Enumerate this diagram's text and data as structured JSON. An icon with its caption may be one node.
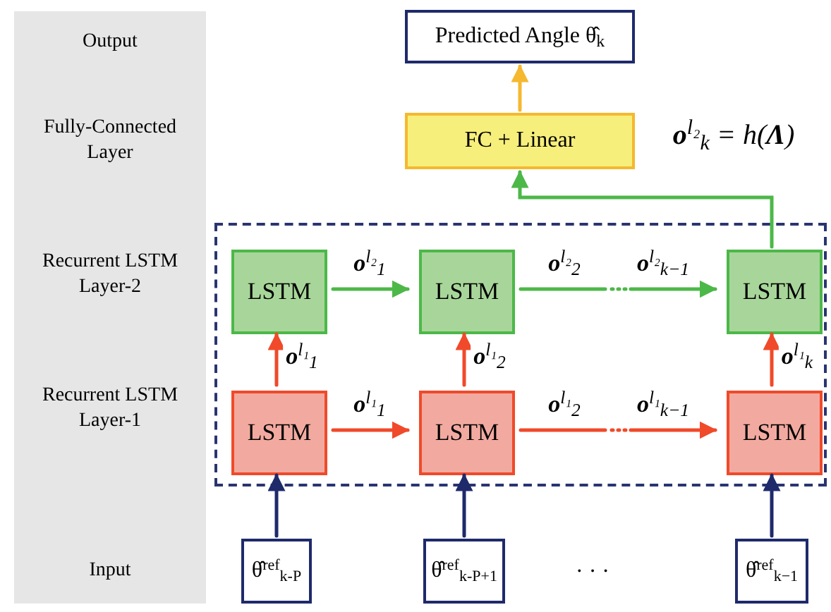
{
  "diagram": {
    "nodes": [
      {
        "text": [
          "Output",
          "Fully-Connected Layer",
          "Recurrent LSTM Layer-2",
          "Recurrent LSTM Layer-1",
          "Input"
        ]
      },
      {
        "text": [
          "Predicted Angle θ̂$_{k}$"
        ]
      },
      {
        "text": [
          "FC + Linear"
        ]
      },
      {
        "text": [],
        "shape": "box"
      },
      {
        "text": [
          "LSTM"
        ],
        "in": 3
      },
      {
        "text": [
          "LSTM"
        ],
        "in": 3
      },
      {
        "text": [
          "LSTM"
        ],
        "in": 3
      },
      {
        "text": [
          "LSTM"
        ],
        "in": 3
      },
      {
        "text": [
          "LSTM"
        ],
        "in": 3
      },
      {
        "text": [
          "LSTM"
        ],
        "in": 3
      },
      {
        "text": [
          "θ̂$^{ref}$$_{k-P}$"
        ]
      },
      {
        "text": [
          "θ̂$^{ref}$$_{k-P+1}$"
        ]
      },
      {
        "text": [
          "θ̂$^{ref}$$_{k−1}$"
        ]
      }
    ],
    "edges": [
      {
        "from": 2,
        "to": 1,
        "arrow": "to",
        "color": "#f5b82e"
      },
      {
        "from": 6,
        "to": 2,
        "arrow": "to",
        "color": "#4cb848",
        "label": "**o**$^{l₂}$$_{k}$ = h(**Λ**)"
      },
      {
        "from": 4,
        "to": 5,
        "arrow": "to",
        "color": "#4cb848",
        "label": "**o**$^{l₂}$$_{1}$"
      },
      {
        "from": 5,
        "to": 6,
        "arrow": "to",
        "color": "#4cb848",
        "label": "**o**$^{l₂}$$_{2}$"
      },
      {
        "from": 7,
        "to": 8,
        "arrow": "to",
        "color": "#f04a2a",
        "label": "**o**$^{l₁}$$_{1}$"
      },
      {
        "from": 8,
        "to": 9,
        "arrow": "to",
        "color": "#f04a2a",
        "label": "**o**$^{l₁}$$_{2}$"
      },
      {
        "from": 7,
        "to": 4,
        "arrow": "to",
        "color": "#f04a2a",
        "label": "**o**$^{l₁}$$_{1}$"
      },
      {
        "from": 8,
        "to": 5,
        "arrow": "to",
        "color": "#f04a2a",
        "label": "**o**$^{l₁}$$_{2}$"
      },
      {
        "from": 9,
        "to": 6,
        "arrow": "to",
        "color": "#f04a2a",
        "label": "**o**$^{l₁}$$_{k}$"
      },
      {
        "from": 10,
        "to": 7,
        "arrow": "to",
        "color": "#1f2a6b"
      },
      {
        "from": 11,
        "to": 8,
        "arrow": "to",
        "color": "#1f2a6b"
      },
      {
        "from": 12,
        "to": 9,
        "arrow": "to",
        "color": "#1f2a6b"
      }
    ],
    "labels": [
      "**o**$^{l₂}$$_{k−1}$",
      "**o**$^{l₁}$$_{k−1}$",
      "· · ·"
    ]
  }
}
